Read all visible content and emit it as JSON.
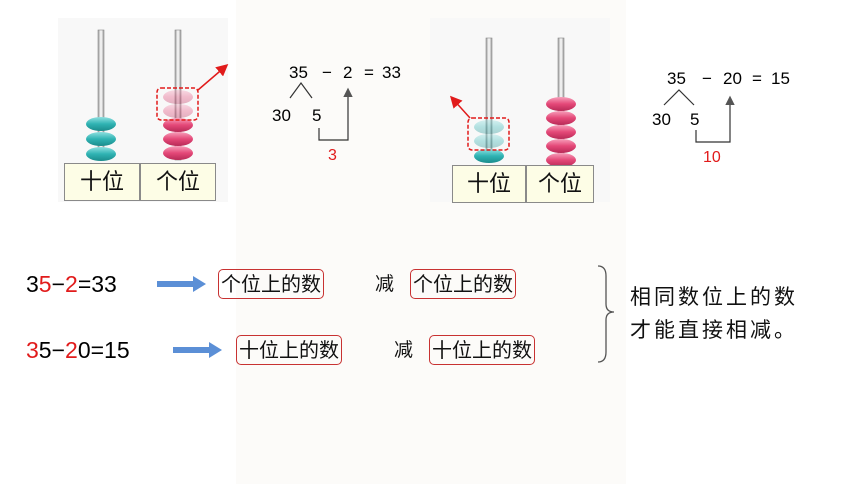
{
  "abacus_left": {
    "tens_label": "十位",
    "ones_label": "个位"
  },
  "abacus_right": {
    "tens_label": "十位",
    "ones_label": "个位"
  },
  "diagram_one": {
    "minuend": "35",
    "minus": "−",
    "subtrahend": "2",
    "equals": "=",
    "result": "33",
    "split_tens": "30",
    "split_ones": "5",
    "partial": "3"
  },
  "diagram_two": {
    "minuend": "35",
    "minus": "−",
    "subtrahend": "20",
    "equals": "=",
    "result": "15",
    "split_tens": "30",
    "split_ones": "5",
    "partial": "10"
  },
  "equation_one": {
    "a1": "3",
    "a2": "5",
    "op": "−",
    "b": "2",
    "rest": "=33"
  },
  "equation_two": {
    "a1": "3",
    "a2": "5",
    "op": "−",
    "b1": "2",
    "b2": "0",
    "rest": "=15"
  },
  "rule_one": {
    "left": "个位上的数",
    "verb": "减",
    "right": "个位上的数"
  },
  "rule_two": {
    "left": "十位上的数",
    "verb": "减",
    "right": "十位上的数"
  },
  "conclusion": {
    "line1": "相同数位上的数",
    "line2": "才能直接相减。"
  },
  "colors": {
    "teal_bead": "#35b8b8",
    "pink_bead": "#e84a7a",
    "red_text": "#e11b1b",
    "arrow_blue": "#5b8fd6"
  }
}
